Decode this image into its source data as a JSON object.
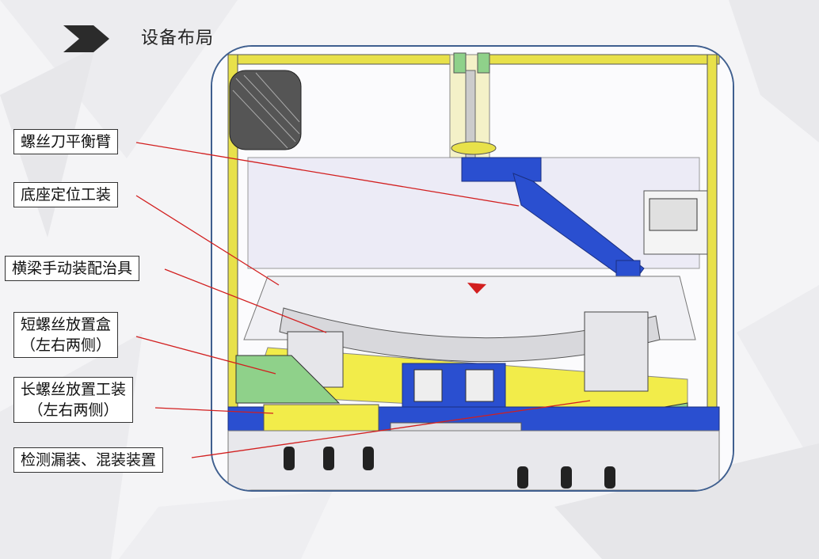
{
  "title": "设备布局",
  "labels": {
    "l1": "螺丝刀平衡臂",
    "l2": "底座定位工装",
    "l3": "横梁手动装配治具",
    "l4a": "短螺丝放置盒",
    "l4b": "（左右两侧）",
    "l5a": "长螺丝放置工装",
    "l5b": "（左右两侧）",
    "l6": "检测漏装、混装装置"
  },
  "colors": {
    "frame_border": "#3f5f8f",
    "leader_line": "#d21f1f",
    "arm_blue": "#2a4fd0",
    "fixture_yellow": "#f2ec4a",
    "tray_green": "#8fd18a",
    "chevron": "#2b2b2b"
  }
}
